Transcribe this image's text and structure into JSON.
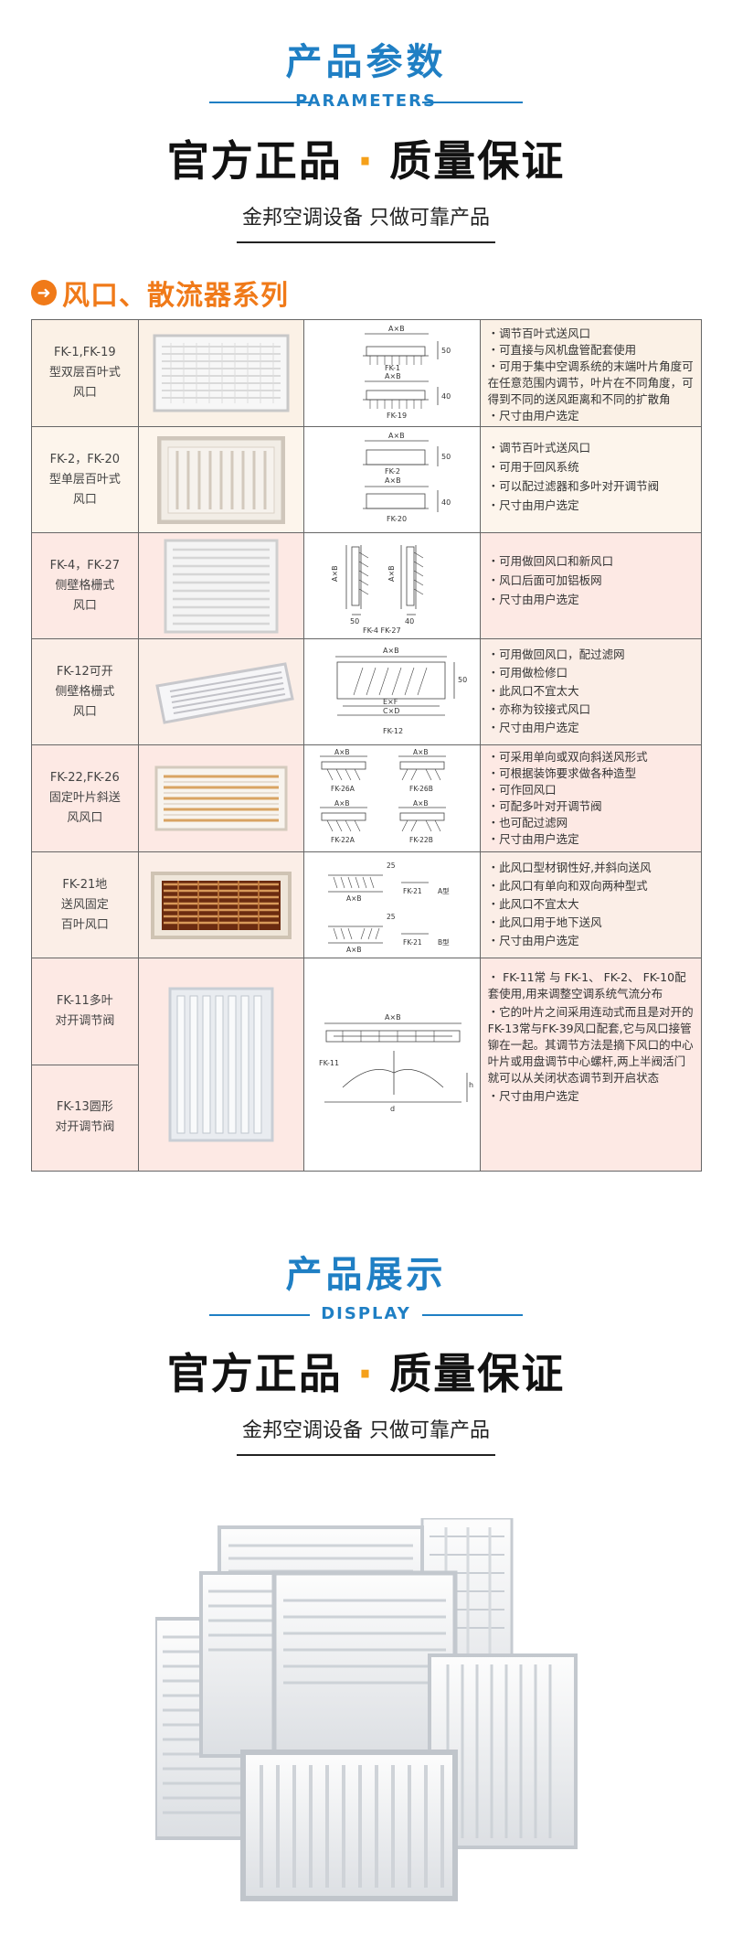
{
  "params_section": {
    "title_cn": "产品参数",
    "title_en": "PARAMETERS",
    "slogan_left": "官方正品",
    "slogan_dot": "·",
    "slogan_right": "质量保证",
    "subtitle": "金邦空调设备 只做可靠产品"
  },
  "series": {
    "arrow_icon": "arrow-right-circle-icon",
    "title": "风口、散流器系列",
    "accent_color": "#f07a19"
  },
  "rows": [
    {
      "name": "FK-1,FK-19\n型双层百叶式\n风口",
      "draw_labels": [
        "A×B",
        "FK-1",
        "A×B",
        "FK-19",
        "50",
        "40"
      ],
      "desc": [
        "・调节百叶式送风口",
        "・可直接与风机盘管配套使用",
        "・可用于集中空调系统的末端叶片角度可在任意范围内调节，叶片在不同角度，可得到不同的送风距离和不同的扩散角",
        "・尺寸由用户选定"
      ]
    },
    {
      "name": "FK-2，FK-20\n型单层百叶式\n风口",
      "draw_labels": [
        "A×B",
        "FK-2",
        "A×B",
        "FK-20",
        "50",
        "40"
      ],
      "desc": [
        "・调节百叶式送风口",
        "・可用于回风系统",
        "・可以配过滤器和多叶对开调节阀",
        "・尺寸由用户选定"
      ]
    },
    {
      "name": "FK-4，FK-27\n侧壁格栅式\n风口",
      "draw_labels": [
        "A×B",
        "A×B",
        "50",
        "40",
        "FK-4 FK-27"
      ],
      "desc": [
        "・可用做回风口和新风口",
        "・风口后面可加铝板网",
        "・尺寸由用户选定"
      ]
    },
    {
      "name": "FK-12可开\n侧壁格栅式\n风口",
      "draw_labels": [
        "A×B",
        "E×F",
        "C×D",
        "50",
        "FK-12"
      ],
      "desc": [
        "・可用做回风口，配过滤网",
        "・可用做检修口",
        "・此风口不宜太大",
        "・亦称为铰接式风口",
        "・尺寸由用户选定"
      ]
    },
    {
      "name": "FK-22,FK-26\n固定叶片斜送\n风风口",
      "draw_labels": [
        "A×B",
        "A×B",
        "FK-26A",
        "FK-26B",
        "A×B",
        "A×B",
        "FK-22A",
        "FK-22B"
      ],
      "desc": [
        "・可采用单向或双向斜送风形式",
        "・可根据装饰要求做各种造型",
        "・可作回风口",
        "・可配多叶对开调节阀",
        "・也可配过滤网",
        "・尺寸由用户选定"
      ]
    },
    {
      "name": "FK-21地\n送风固定\n百叶风口",
      "draw_labels": [
        "25",
        "A×B",
        "FK-21",
        "A型",
        "25",
        "A×B",
        "FK-21",
        "B型"
      ],
      "desc": [
        "・此风口型材钢性好,并斜向送风",
        "・此风口有单向和双向两种型式",
        "・此风口不宜太大",
        "・此风口用于地下送风",
        "・尺寸由用户选定"
      ]
    }
  ],
  "last_row": {
    "name_top": "FK-11多叶\n对开调节阀",
    "name_bottom": "FK-13圆形\n对开调节阀",
    "draw_labels": [
      "A×B",
      "FK-11",
      "h",
      "d"
    ],
    "desc": [
      "・ FK-11常 与 FK-1、 FK-2、 FK-10配套使用,用来调整空调系统气流分布",
      "・它的叶片之间采用连动式而且是对开的FK-13常与FK-39风口配套,它与风口接管铆在一起。其调节方法是摘下风口的中心叶片或用盘调节中心螺杆,两上半阀活门就可以从关闭状态调节到开启状态",
      "・尺寸由用户选定"
    ]
  },
  "display_section": {
    "title_cn": "产品展示",
    "title_en": "DISPLAY",
    "slogan_left": "官方正品",
    "slogan_dot": "·",
    "slogan_right": "质量保证",
    "subtitle": "金邦空调设备 只做可靠产品"
  }
}
